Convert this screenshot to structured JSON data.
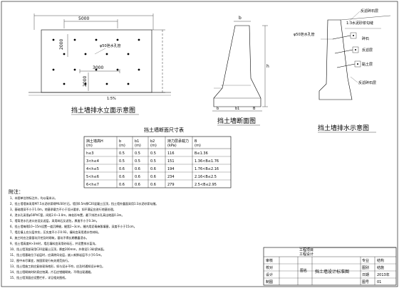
{
  "elevation": {
    "title": "挡土墙排水立面示意图",
    "dims": [
      "5000",
      "2000",
      "3000",
      "2000"
    ],
    "pipe_label": "φ50泄水孔管",
    "slope_label": "1:5%"
  },
  "section": {
    "title": "挡土墙断面图",
    "labels": [
      "b",
      "h",
      "b",
      "b1",
      "B"
    ]
  },
  "drainage": {
    "title": "挡土墙排水示意图",
    "labels": [
      "反滤碎石层",
      "1:3水泥砂浆勾缝",
      "φ50泄水孔管",
      "碎石",
      "反滤层",
      "黏土层",
      "反滤碎石层"
    ]
  },
  "table": {
    "title": "挡土墙断面尺寸表",
    "headers": [
      "挡土墙高H",
      "b",
      "b1",
      "b2",
      "持力层承载力",
      "B"
    ],
    "units": [
      "(m)",
      "(m)",
      "(m)",
      "(m)",
      "(kPa)",
      "(m)"
    ],
    "rows": [
      [
        "h≤3",
        "0.5",
        "0.5",
        "0.5",
        "116",
        "B≤1.36"
      ],
      [
        "3<h≤4",
        "0.5",
        "0.5",
        "0.5",
        "151",
        "1.36<B≤1.76"
      ],
      [
        "4<h≤5",
        "0.6",
        "0.6",
        "0.6",
        "194",
        "1.76<B≤2.16"
      ],
      [
        "5<h≤6",
        "0.6",
        "0.6",
        "0.6",
        "234",
        "2.16<B≤2.5"
      ],
      [
        "6<h≤7",
        "0.6",
        "0.6",
        "0.6",
        "279",
        "2.5<B≤2.95"
      ]
    ]
  },
  "notes": {
    "heading": "附注：",
    "lines": [
      "1、本图单位除标注外，均以毫米计。",
      "2、挡土墙墙体采用M7.5水泥砂浆砌MU30片石，墙顶0.5m厚C20混凝土压顶，挡土墙外露面采用1:3水泥砂浆勾缝。",
      "3、基础埋深不小于1.0m，地基承载力不小于设计要求，如不满足应进行地基处理。",
      "4、泄水孔采用φ50PVC管，间距2.0~3.0m，梅花形布置，最下排泄水孔高出地面0.3m。",
      "5、墙背泄水孔进口处设反滤层，采用碎石反滤包，厚度不小于0.3m。",
      "6、挡土墙每隔10~15m设置一道沉降缝，缝宽2~3cm，缝内用沥青麻絮填塞，深度不小于15cm。",
      "7、墙后填土应分层夯实，压实度不小于0.93，填料宜采用透水性材料。",
      "8、施工时应注意基坑开挖及时砌筑，基坑不得长期暴露浸水。",
      "9、挡土墙高度H>3m时，墙后填料宜采用砂砾石，并设置排水盲沟。",
      "10、挡土墙顶部采用C20混凝土压顶，厚度200mm，外侧设1:3砂浆抹面。",
      "11、挡土墙基础位于岩层时，应清除风化层，嵌入新鲜岩层不小于0.5m。",
      "12、图中未尽事宜，按国家现行有关规范执行。",
      "13、挡土墙施工前应复核现场地形，如与设计不符，应及时通知设计单位。",
      "14、挡土墙砌筑时砂浆应饱满，片石应错缝砌筑，不得出现通缝。",
      "15、挡土墙顶面应设置栏杆，详见相关图纸。"
    ]
  },
  "title_block": {
    "project": "工程项目",
    "subtitle": "工程设计",
    "drawing_name": "挡土墙设计标准图",
    "fields": [
      "审核",
      "校对",
      "设计",
      "制图"
    ],
    "right_fields": [
      "专业",
      "图别",
      "日期",
      "图号"
    ],
    "right_values": [
      "结构",
      "结施",
      "2013年",
      "01"
    ],
    "label": "图名"
  }
}
